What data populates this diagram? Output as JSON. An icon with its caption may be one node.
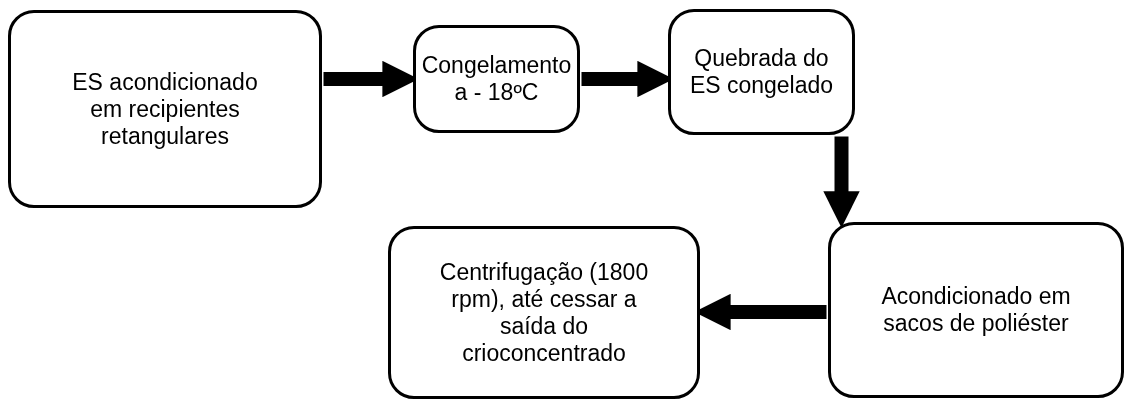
{
  "diagram": {
    "nodes": [
      {
        "text": [
          "ES acondicionado em recipientes retangulares"
        ]
      },
      {
        "text": [
          "Congelamento a - 18ºC"
        ]
      },
      {
        "text": [
          "Quebrada do ES congelado"
        ]
      },
      {
        "text": [
          "Acondicionado em sacos de poliéster"
        ]
      },
      {
        "text": [
          "Centrifugação (1800 rpm), até cessar a saída do crioconcentrado"
        ]
      }
    ],
    "edges": [
      {
        "from": 0,
        "to": 1,
        "arrow": "to"
      },
      {
        "from": 1,
        "to": 2,
        "arrow": "to"
      },
      {
        "from": 2,
        "to": 3,
        "arrow": "to"
      },
      {
        "from": 3,
        "to": 4,
        "arrow": "to"
      }
    ]
  }
}
